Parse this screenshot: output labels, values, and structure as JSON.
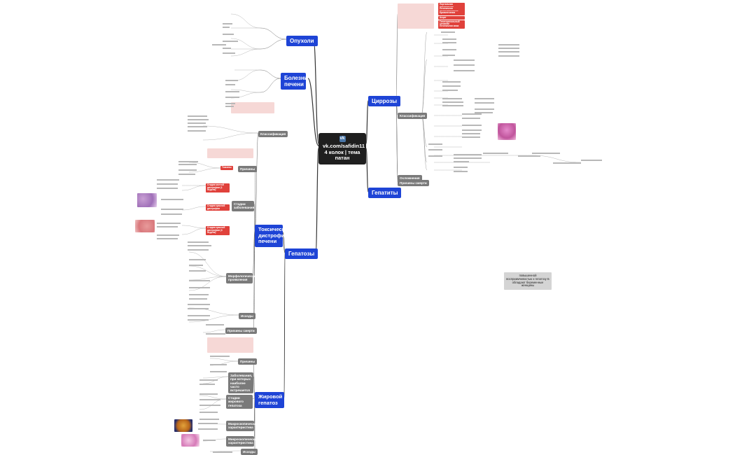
{
  "center": {
    "icon": "vk-icon",
    "title": "vk.com/safidin11 4 колок | тема патан"
  },
  "topics": {
    "opuholi": "Опухоли",
    "bolezni": "Болезни печени",
    "cirrozy": "Циррозы",
    "gepatity": "Гепатиты",
    "gepatozy": "Гепатозы"
  },
  "gepatozy_children": {
    "toxic": "Токсическая дистрофия печени",
    "zhirovoi": "Жировой гепатоз"
  },
  "toxic_children": {
    "klassifikacia": "Классификация",
    "prichiny": "Причины",
    "stadii": "Стадии заболевания",
    "morph": "Морфологические проявления",
    "ishody": "Исходы",
    "smert": "Причины смерти"
  },
  "toxic_red": {
    "rz1": "Токсины",
    "st1": "Стадия желтой дистрофии (1 неделя)",
    "st2": "Стадия красной дистрофии",
    "st3": "Стадия красной дистрофии (3 неделя)"
  },
  "zhir_children": {
    "prichiny": "Причины",
    "zabol": "Заболевания, при которых наиболее часто встречается",
    "stadii": "Стадии жирового гепатоза",
    "makro": "Макроскопическая характеристика",
    "mikro": "Микроскопическая характеристика",
    "ishody": "Исходы"
  },
  "cirr_children": {
    "klass": "Классификация",
    "oslozh": "Осложнения",
    "smert": "Причины смерти"
  },
  "cirr_red": [
    "Портальная гипертензия",
    "Печеночная недостаточность",
    "Кровотечения",
    "Асцит",
    "Гепаторенальный синдром",
    "Печеночная кома"
  ],
  "note": "повышенной восприимчивостью к гепатозу Б обладают беременные женщины"
}
